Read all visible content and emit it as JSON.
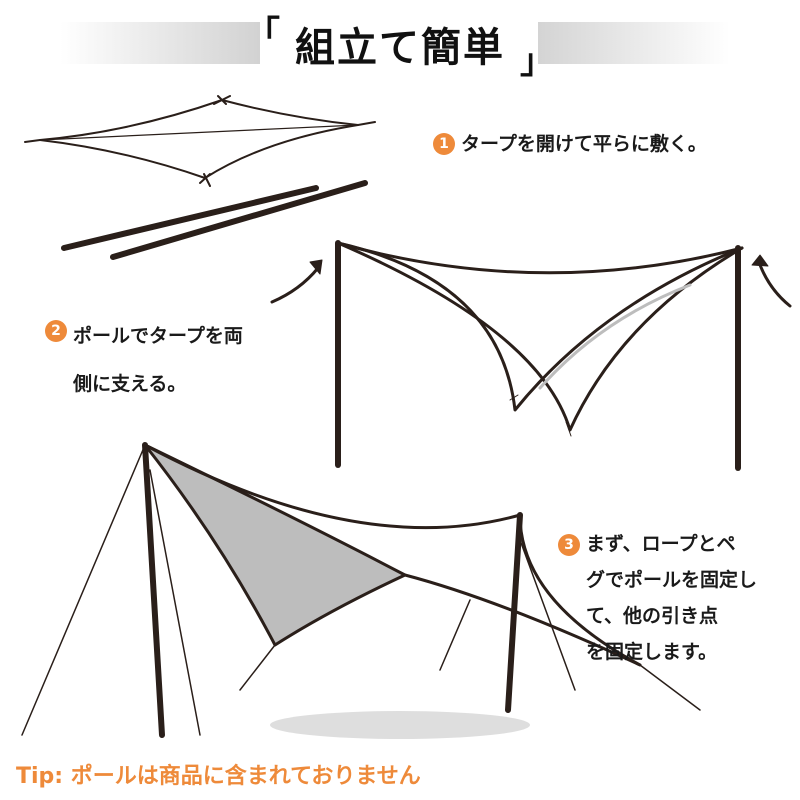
{
  "header": {
    "title": "組立て簡単",
    "bracket_open": "「",
    "bracket_close": "」"
  },
  "steps": [
    {
      "number": "1",
      "text": "タープを開けて平らに敷く。"
    },
    {
      "number": "2",
      "text": "ポールでタープを両\n側に支える。"
    },
    {
      "number": "3",
      "text": "まず、ロープとペ\nグでポールを固定し\nて、他の引き点\nを固定します。"
    }
  ],
  "tip": "Tip: ポールは商品に含まれておりません",
  "colors": {
    "accent": "#ee8a3a",
    "line": "#2a1f1a",
    "tarp_fill": "#bdbdbd"
  }
}
